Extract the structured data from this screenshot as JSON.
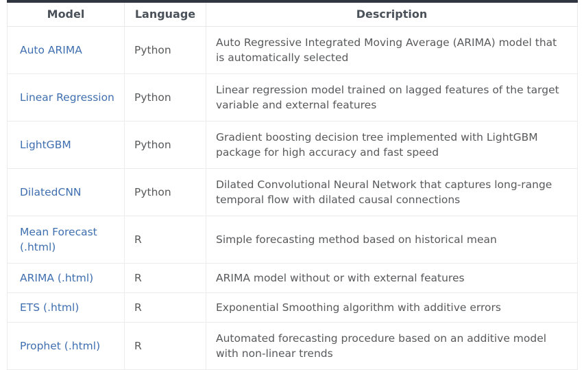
{
  "table": {
    "columns": [
      {
        "key": "model",
        "label": "Model"
      },
      {
        "key": "language",
        "label": "Language"
      },
      {
        "key": "description",
        "label": "Description"
      }
    ],
    "rows": [
      {
        "model": "Auto ARIMA",
        "language": "Python",
        "description": "Auto Regressive Integrated Moving Average (ARIMA) model that is automatically selected"
      },
      {
        "model": "Linear Regression",
        "language": "Python",
        "description": "Linear regression model trained on lagged features of the target variable and external features"
      },
      {
        "model": "LightGBM",
        "language": "Python",
        "description": "Gradient boosting decision tree implemented with LightGBM package for high accuracy and fast speed"
      },
      {
        "model": "DilatedCNN",
        "language": "Python",
        "description": "Dilated Convolutional Neural Network that captures long-range temporal flow with dilated causal connections"
      },
      {
        "model": "Mean Forecast (.html)",
        "language": "R",
        "description": "Simple forecasting method based on historical mean"
      },
      {
        "model": "ARIMA (.html)",
        "language": "R",
        "description": "ARIMA model without or with external features"
      },
      {
        "model": "ETS (.html)",
        "language": "R",
        "description": "Exponential Smoothing algorithm with additive errors"
      },
      {
        "model": "Prophet (.html)",
        "language": "R",
        "description": "Automated forecasting procedure based on an additive model with non-linear trends"
      }
    ]
  },
  "colors": {
    "link": "#3f6fb0",
    "text": "#58595b",
    "header_text": "#4a5159",
    "top_rule": "#2f3640",
    "grid": "#ececec"
  }
}
